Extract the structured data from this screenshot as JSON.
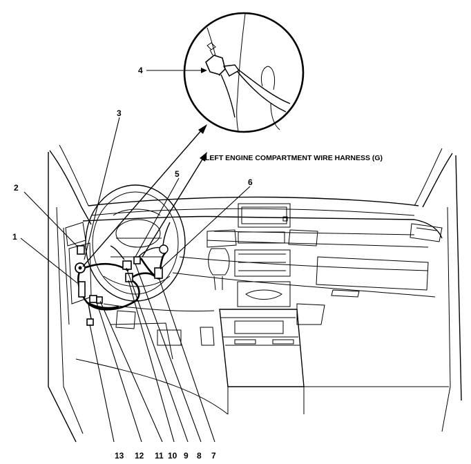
{
  "title": "LEFT ENGINE COMPARTMENT WIRE HARNESS (G)",
  "callouts": {
    "c1": "1",
    "c2": "2",
    "c3": "3",
    "c4": "4",
    "c5": "5",
    "c6": "6",
    "c7": "7",
    "c8": "8",
    "c9": "9",
    "c10": "10",
    "c11": "11",
    "c12": "12",
    "c13": "13"
  }
}
